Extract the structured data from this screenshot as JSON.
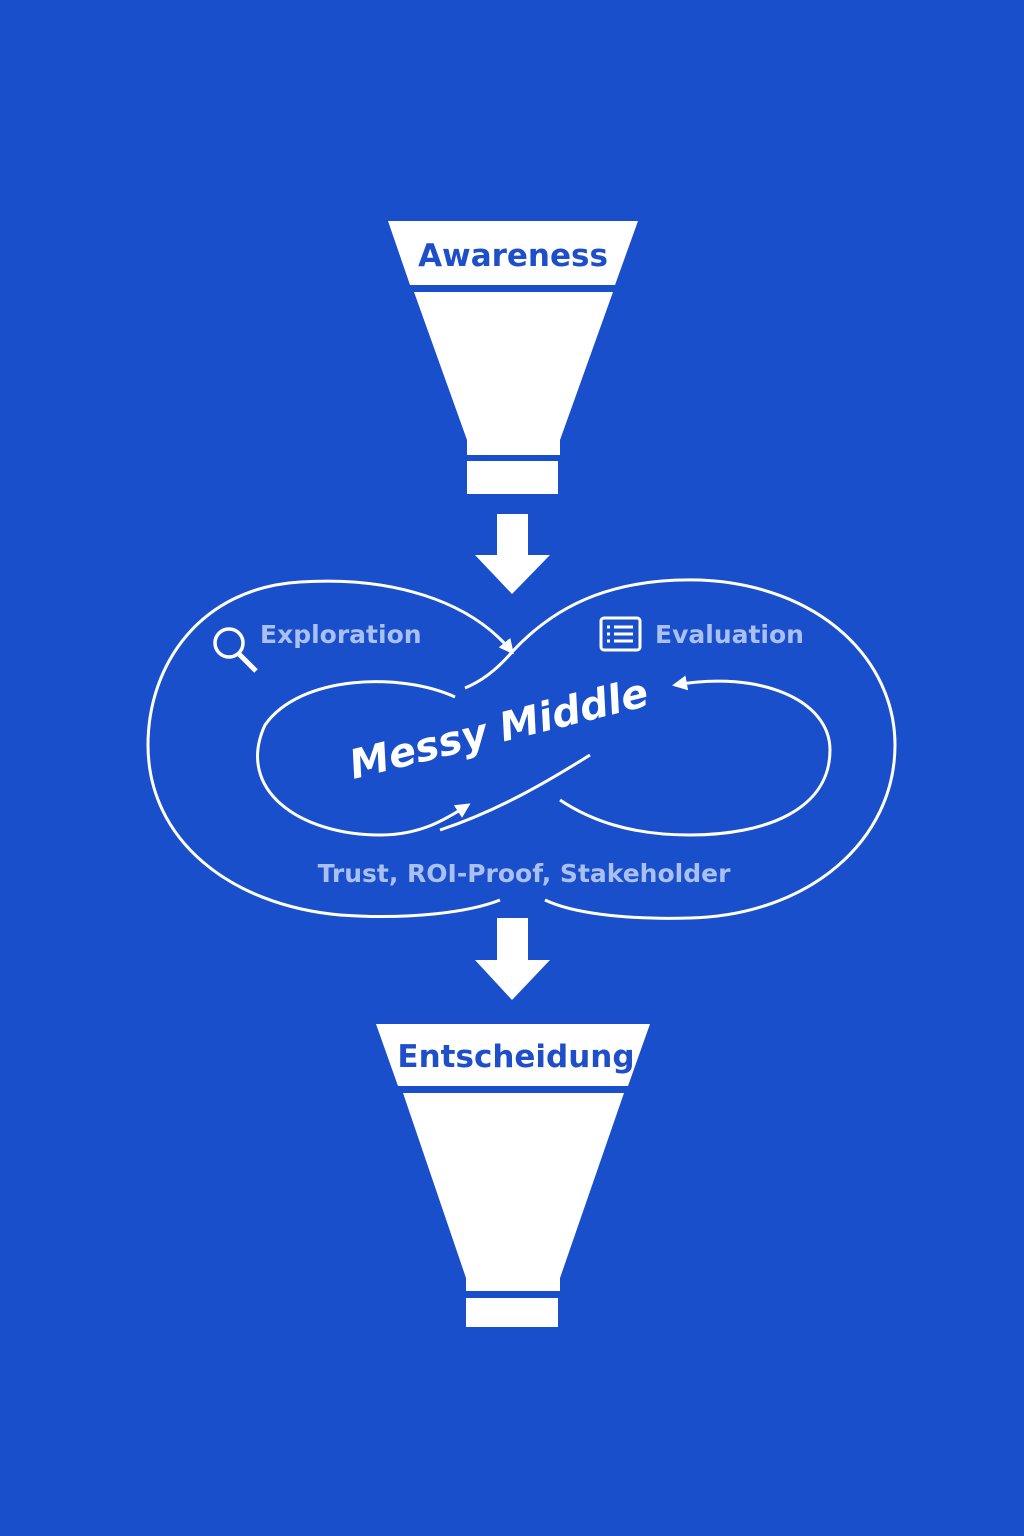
{
  "colors": {
    "background": "#1a4fcc",
    "funnel": "#ffffff",
    "funnel_text": "#1e4fc8",
    "secondary_text": "#a9c0f0"
  },
  "top_funnel": {
    "label": "Awareness"
  },
  "infinity_loop": {
    "title": "Messy Middle",
    "left_label": "Exploration",
    "left_icon": "magnifier-icon",
    "right_label": "Evaluation",
    "right_icon": "list-icon",
    "caption": "Trust, ROI-Proof, Stakeholder"
  },
  "bottom_funnel": {
    "label": "Entscheidung"
  }
}
